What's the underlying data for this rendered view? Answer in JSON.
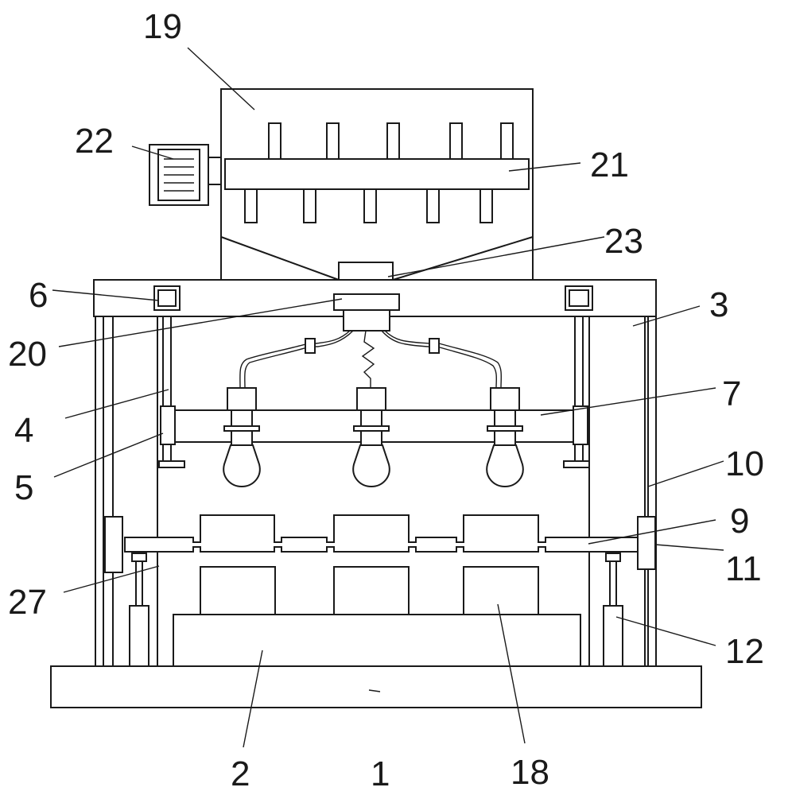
{
  "figure": {
    "labels": {
      "l1": "1",
      "l2": "2",
      "l3": "3",
      "l4": "4",
      "l5": "5",
      "l6": "6",
      "l7": "7",
      "l9": "9",
      "l10": "10",
      "l11": "11",
      "l12": "12",
      "l18": "18",
      "l19": "19",
      "l20": "20",
      "l21": "21",
      "l22": "22",
      "l23": "23",
      "l27": "27"
    }
  }
}
